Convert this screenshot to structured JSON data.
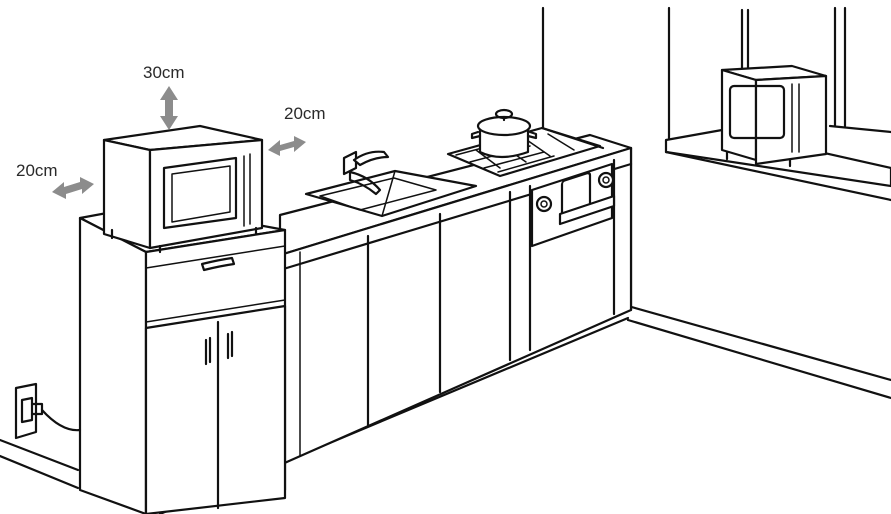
{
  "clearance": {
    "top": "30cm",
    "left": "20cm",
    "right": "20cm"
  },
  "colors": {
    "line": "#111111",
    "arrow": "#8c8c8c",
    "label": "#2a2a2a",
    "background": "#ffffff"
  }
}
